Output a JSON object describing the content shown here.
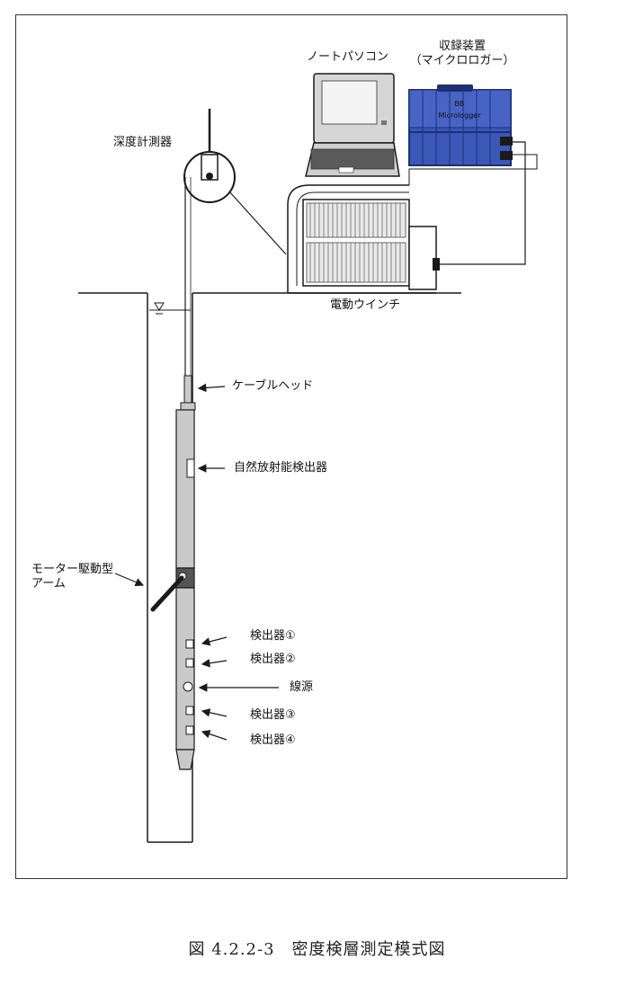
{
  "labels": {
    "depth_counter": "深度計測器",
    "notebook_pc": "ノートパソコン",
    "recorder_line1": "収録装置",
    "recorder_line2": "（マイクロロガー）",
    "recorder_panel_top": "BB",
    "recorder_panel_name": "Micrologger",
    "electric_winch": "電動ウインチ",
    "cable_head": "ケーブルヘッド",
    "gamma_detector": "自然放射能検出器",
    "motor_arm_line1": "モーター駆動型",
    "motor_arm_line2": "アーム",
    "detector_1": "検出器①",
    "detector_2": "検出器②",
    "radiation_source": "線源",
    "detector_3": "検出器③",
    "detector_4": "検出器④"
  },
  "caption": "図 4.2.2-3　密度検層測定模式図",
  "colors": {
    "recorder_blue": "#3b58b8",
    "recorder_dark": "#1f2f74",
    "tool_gray": "#c9c9c9",
    "line": "#1a1a1a"
  }
}
